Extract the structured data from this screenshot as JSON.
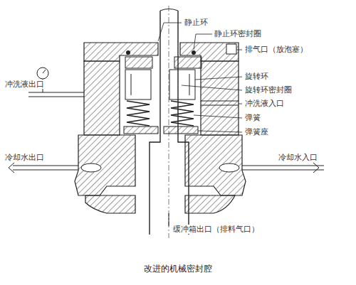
{
  "diagram": {
    "caption": "改进的机械密封腔",
    "labels": [
      "静止环",
      "静止环密封圈",
      "排气口（放泡塞）",
      "旋转环",
      "旋转环密封圈",
      "冲洗液入口",
      "弹簧",
      "弹簧座",
      "冲洗液出口",
      "冷却水出口",
      "冷却水入口",
      "缓冲箱出口（排料气口）"
    ]
  }
}
